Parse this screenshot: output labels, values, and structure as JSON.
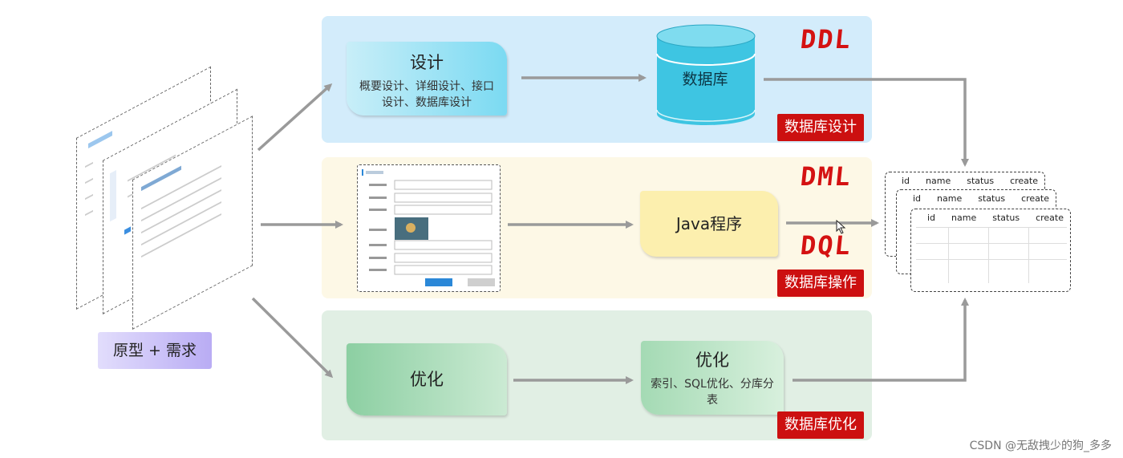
{
  "prototype": {
    "label": "原型 + 需求"
  },
  "design": {
    "title": "设计",
    "subtitle": "概要设计、详细设计、接口设计、数据库设计",
    "database_label": "数据库",
    "tag": "数据库设计",
    "annotation": "DDL"
  },
  "operation": {
    "java_label": "Java程序",
    "tag": "数据库操作",
    "annotation_dml": "DML",
    "annotation_dql": "DQL"
  },
  "optimize": {
    "left_title": "优化",
    "right_title": "优化",
    "right_subtitle": "索引、SQL优化、分库分表",
    "tag": "数据库优化"
  },
  "table": {
    "columns": [
      "id",
      "name",
      "status",
      "create"
    ]
  },
  "watermark": "CSDN @无敌拽少的狗_多多",
  "colors": {
    "tag_red": "#cc1010",
    "annotation_red": "#d41212",
    "arrow_gray": "#9a9a9a",
    "database_cyan": "#3ec5e2",
    "band_blue": "#d3ecfb",
    "band_yellow": "#fdf8e6",
    "band_green": "#e1efe4"
  }
}
